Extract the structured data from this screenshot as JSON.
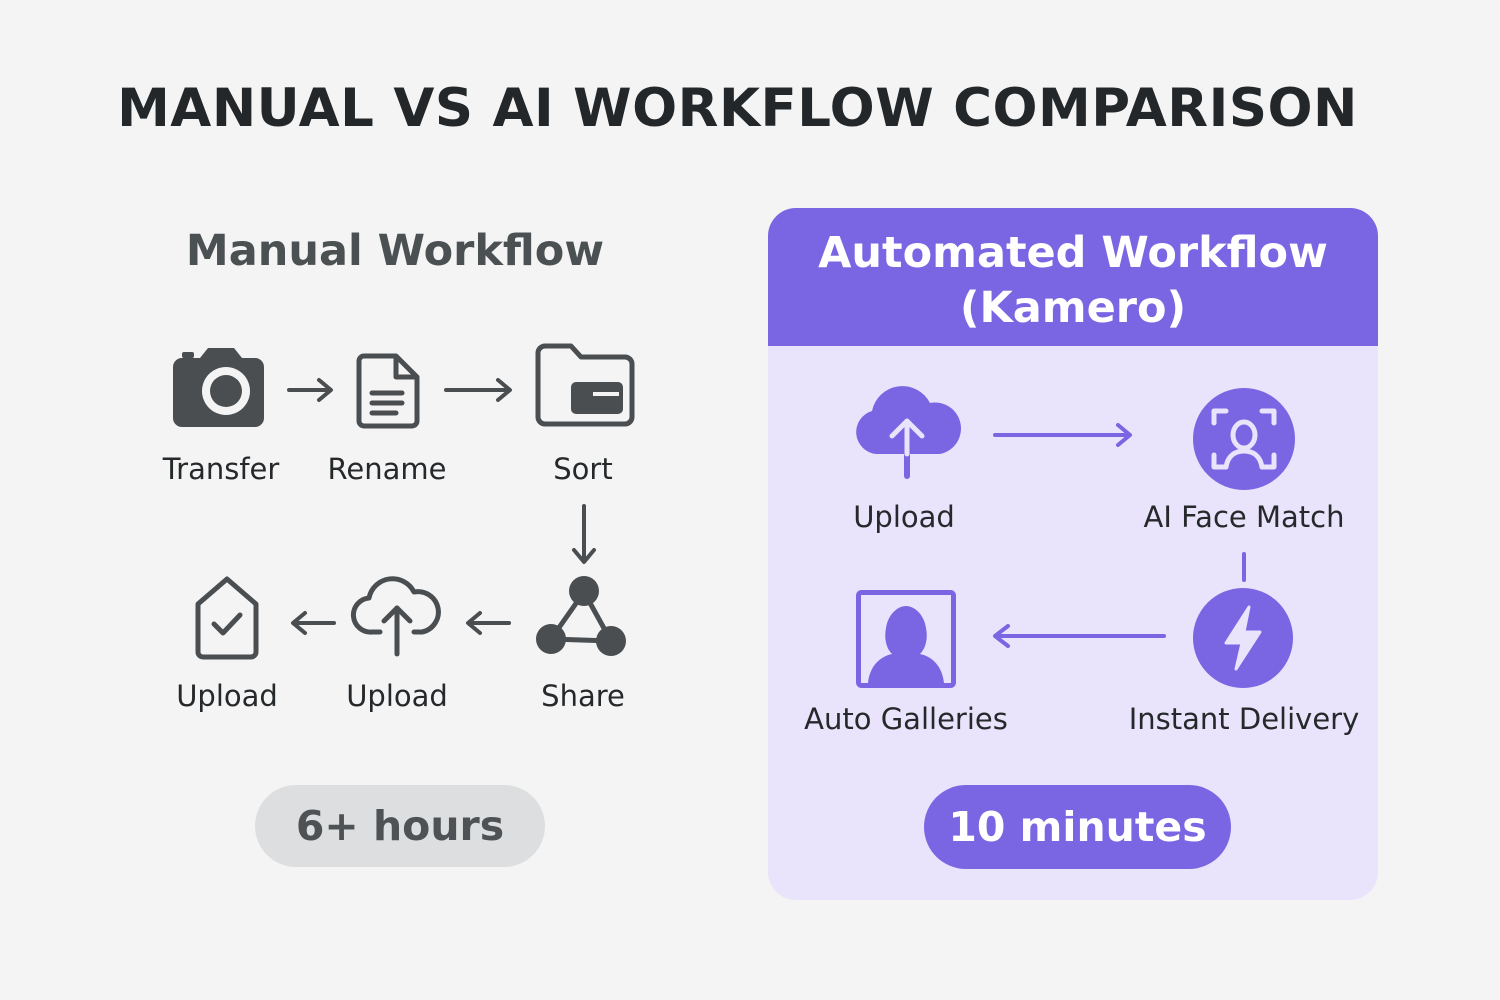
{
  "title": "MANUAL VS AI WORKFLOW COMPARISON",
  "manual": {
    "heading": "Manual Workflow",
    "steps": [
      "Transfer",
      "Rename",
      "Sort",
      "Share",
      "Upload",
      "Upload"
    ],
    "time": "6+ hours"
  },
  "automated": {
    "heading_line1": "Automated Workflow",
    "heading_line2": "(Kamero)",
    "steps": [
      "Upload",
      "AI Face Match",
      "Instant Delivery",
      "Auto Galleries"
    ],
    "time": "10 minutes"
  },
  "icons": {
    "manual": [
      "camera-icon",
      "document-icon",
      "folder-icon",
      "share-network-icon",
      "cloud-upload-icon",
      "tag-check-icon"
    ],
    "automated": [
      "cloud-upload-icon",
      "face-scan-icon",
      "lightning-icon",
      "portrait-icon"
    ]
  },
  "colors": {
    "background": "#f4f4f4",
    "manual_icon": "#4a4e50",
    "accent": "#7a66e3",
    "auto_panel": "#e9e3fb",
    "manual_time_pill": "#dddedf"
  }
}
